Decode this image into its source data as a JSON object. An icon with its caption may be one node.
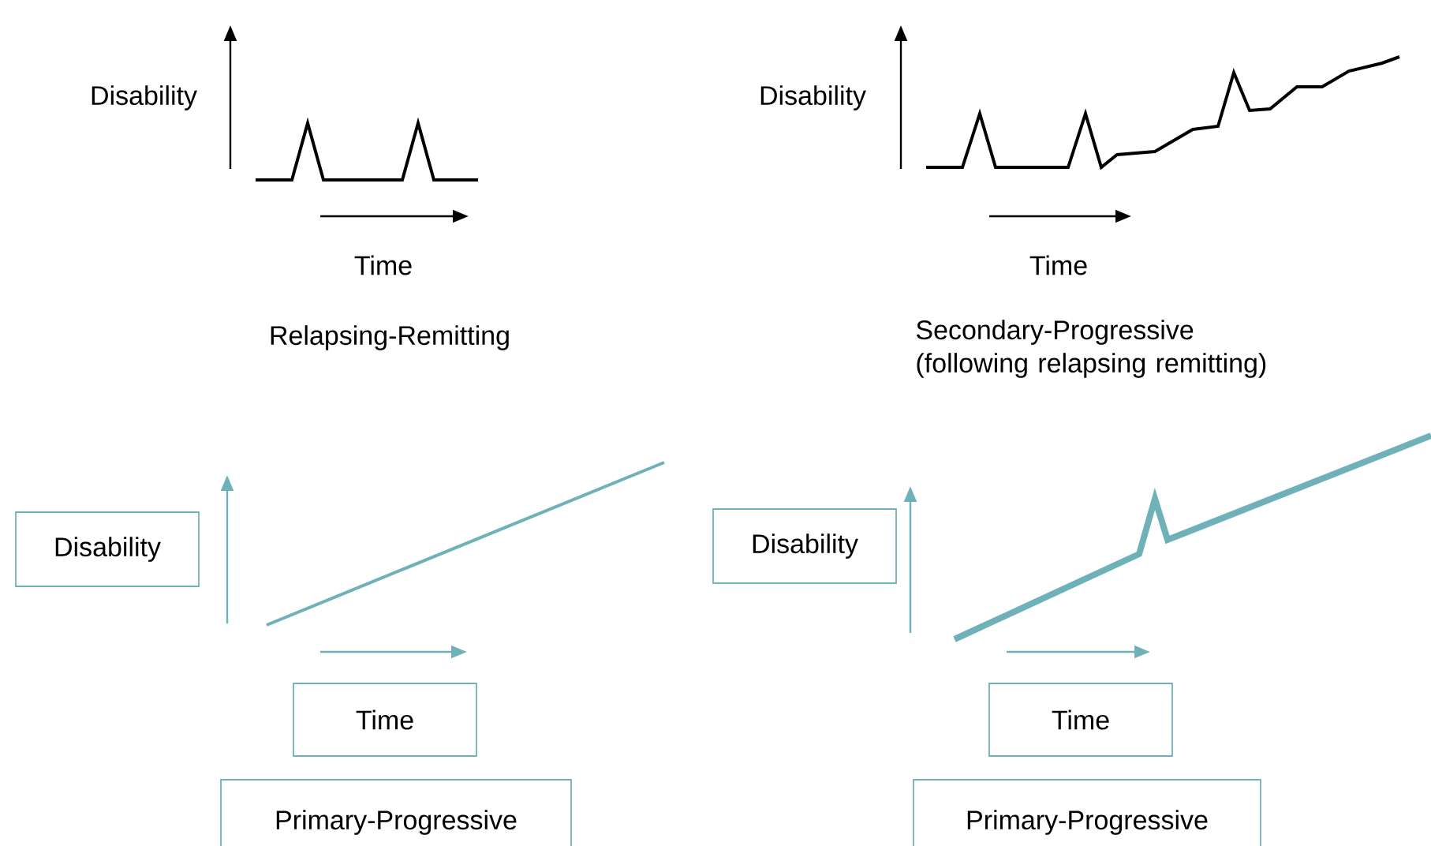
{
  "diagram": {
    "nodes": [
      {
        "text": [
          "Disability"
        ]
      },
      {
        "text": [
          "Time"
        ]
      },
      {
        "text": [
          "Primary-Progressive"
        ]
      },
      {
        "text": [
          "Disability"
        ]
      },
      {
        "text": [
          "Time"
        ]
      },
      {
        "text": [
          "Primary-Progressive"
        ]
      }
    ],
    "labels": [
      "Disability",
      "Time",
      "Relapsing-Remitting",
      "Disability",
      "Time",
      "Secondary-Progressive (following relapsing remitting)"
    ]
  }
}
